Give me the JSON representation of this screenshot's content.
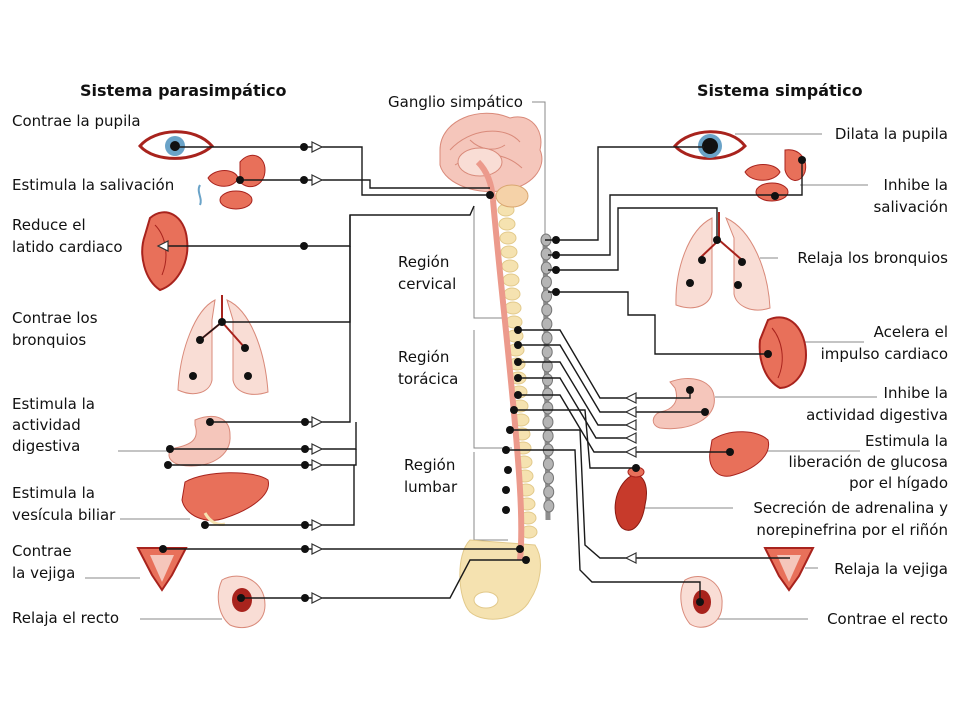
{
  "headers": {
    "parasympathetic": "Sistema parasimpático",
    "sympathetic": "Sistema simpático",
    "ganglion": "Ganglio simpático"
  },
  "regions": {
    "cervical": [
      "Región",
      "cervical"
    ],
    "thoracic": [
      "Región",
      "torácica"
    ],
    "lumbar": [
      "Región",
      "lumbar"
    ]
  },
  "left_effects": [
    [
      "Contrae la pupila"
    ],
    [
      "Estimula la salivación"
    ],
    [
      "Reduce el",
      "latido cardiaco"
    ],
    [
      "Contrae los",
      "bronquios"
    ],
    [
      "Estimula la",
      "actividad",
      "digestiva"
    ],
    [
      "Estimula la",
      "vesícula biliar"
    ],
    [
      "Contrae",
      "la vejiga"
    ],
    [
      "Relaja el recto"
    ]
  ],
  "right_effects": [
    [
      "Dilata la pupila"
    ],
    [
      "Inhibe la",
      "salivación"
    ],
    [
      "Relaja los bronquios"
    ],
    [
      "Acelera el",
      "impulso cardiaco"
    ],
    [
      "Inhibe la",
      "actividad digestiva"
    ],
    [
      "Estimula la",
      "liberación de glucosa",
      "por el hígado"
    ],
    [
      "Secreción de adrenalina y",
      "norepinefrina por el riñón"
    ],
    [
      "Relaja la vejiga"
    ],
    [
      "Contrae el recto"
    ]
  ],
  "colors": {
    "organ": "#e8705a",
    "organ_dark": "#a8231d",
    "bone": "#f5e2b0",
    "cord": "#ec9a8c",
    "ganglion": "#9e9e9e"
  },
  "icons": [
    "eye-icon",
    "salivary-gland-icon",
    "heart-icon",
    "lungs-icon",
    "stomach-icon",
    "liver-icon",
    "kidney-icon",
    "bladder-icon",
    "rectum-icon",
    "brain-icon",
    "spine-icon"
  ]
}
